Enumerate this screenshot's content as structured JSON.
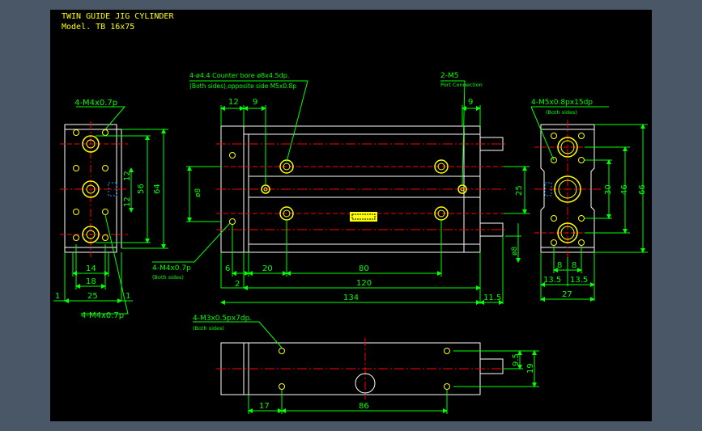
{
  "title_block": {
    "line1": "TWIN GUIDE JIG CYLINDER",
    "line2": "Model. TB 16x75"
  },
  "colors": {
    "background": "#000000",
    "outer": "#4a5766",
    "geometry": "#ffffff",
    "dimension": "#00ff00",
    "centerline": "#ff0000",
    "title": "#ffff00",
    "holes": "#ffff00"
  },
  "left_view": {
    "callout_top": "4-M4x0.7p",
    "callout_bottom": "4-M4x0.7p",
    "dim_64": "64",
    "dim_56": "56",
    "dim_12a": "12",
    "dim_12b": "12",
    "dim_14": "14",
    "dim_18": "18",
    "dim_25": "25",
    "dim_1a": "1",
    "dim_1b": "1"
  },
  "front_view": {
    "callout_counterbore_1": "4-ø4.4  Counter bore ø8x4.5dp.",
    "callout_counterbore_2": "(Both sides),opposite side M5x0.8p",
    "callout_port_1": "2-M5",
    "callout_port_2": "Port Connection",
    "callout_m4_1": "4-M4x0.7p",
    "callout_m4_2": "(Both sides)",
    "dim_12": "12",
    "dim_9": "9",
    "dim_9b": "9",
    "dim_phi8": "ø8",
    "dim_phi8b": "ø8",
    "dim_25": "25",
    "dim_6": "6",
    "dim_20": "20",
    "dim_80": "80",
    "dim_2": "2",
    "dim_120": "120",
    "dim_134": "134",
    "dim_11_5": "11.5"
  },
  "right_view": {
    "callout_1": "4-M5x0.8px15dp",
    "callout_2": "(Both sides)",
    "dim_30": "30",
    "dim_46": "46",
    "dim_66": "66",
    "dim_8a": "8",
    "dim_8b": "8",
    "dim_13_5a": "13.5",
    "dim_13_5b": "13.5",
    "dim_27": "27"
  },
  "bottom_view": {
    "callout_1": "4-M3x0.5px7dp.",
    "callout_2": "(Both sides)",
    "dim_9_5": "9.5",
    "dim_19": "19",
    "dim_17": "17",
    "dim_86": "86"
  }
}
